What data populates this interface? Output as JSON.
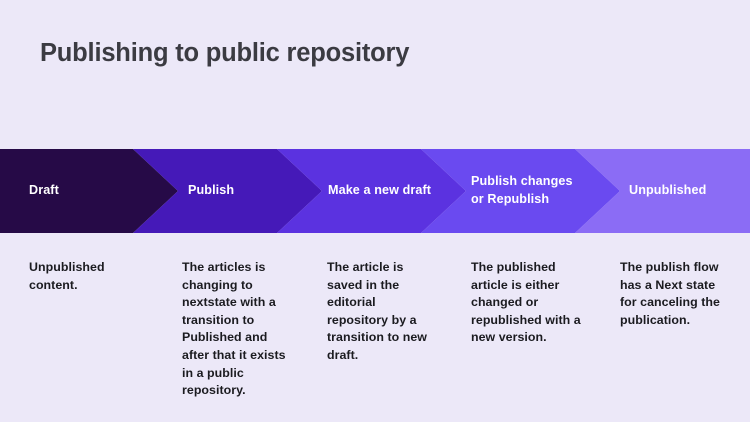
{
  "slide": {
    "title": "Publishing to public repository",
    "background_color": "#ece8f8",
    "title_color": "#3b3b42"
  },
  "flow": {
    "steps": [
      {
        "label": "Draft",
        "color": "#260a47",
        "description": "Unpublished content."
      },
      {
        "label": "Publish",
        "color": "#4519b8",
        "description": "The articles is changing to nextstate with a transition to Published and after that it exists in a public repository."
      },
      {
        "label": "Make a new draft",
        "color": "#5b32e0",
        "description": "The article is saved in the editorial repository by a transition to new draft."
      },
      {
        "label": "Publish changes or Republish",
        "color": "#6a4af0",
        "description": "The published article is either changed or republished with a new version."
      },
      {
        "label": "Unpublished",
        "color": "#8b6cf5",
        "description": "The publish flow has a Next state for canceling the publication."
      }
    ]
  }
}
